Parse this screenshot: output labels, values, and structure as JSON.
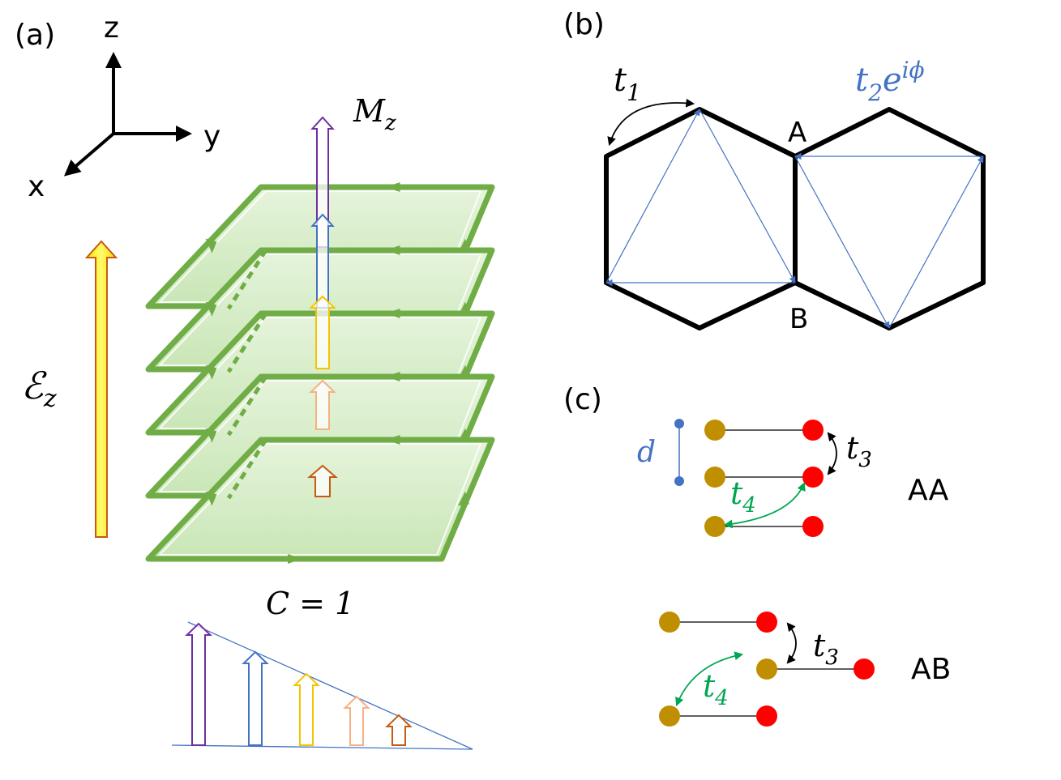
{
  "panels": {
    "a": {
      "label": "(a)",
      "axes": {
        "z": "z",
        "y": "y",
        "x": "x"
      },
      "magnetization_label": "M",
      "magnetization_sub": "z",
      "field_label": "ℰ",
      "field_sub": "z",
      "chern_label": "C = 1",
      "layer_count": 5,
      "layer_arrow_colors": [
        "#7030a0",
        "#4472c4",
        "#f5c400",
        "#f4b183",
        "#c55a11"
      ]
    },
    "b": {
      "label": "(b)",
      "t1_label": "t",
      "t1_sub": "1",
      "t2_label": "t",
      "t2_sub": "2",
      "t2_exp": "iϕ",
      "t2_base": "e",
      "site_a": "A",
      "site_b": "B"
    },
    "c": {
      "label": "(c)",
      "d_label": "d",
      "t3_label": "t",
      "t3_sub": "3",
      "t4_label": "t",
      "t4_sub": "4",
      "aa_label": "AA",
      "ab_label": "AB"
    }
  },
  "colors": {
    "layer_fill": "#d6ecc8",
    "layer_edge": "#70ad47",
    "field_arrow": "#ffff00",
    "site_a_color": "#bf8f00",
    "site_b_color": "#ff0000",
    "hopping_blue": "#4472c4",
    "hopping_green": "#00a651"
  }
}
